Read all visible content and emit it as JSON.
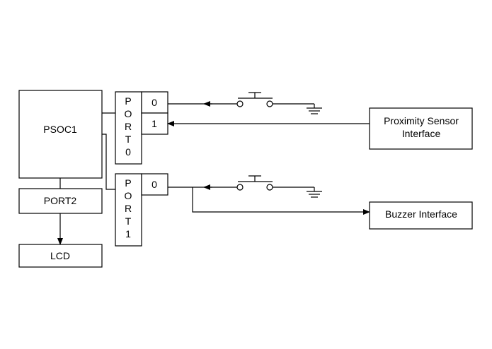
{
  "blocks": {
    "psoc": "PSOC1",
    "port2": "PORT2",
    "lcd": "LCD",
    "proximity_line1": "Proximity Sensor",
    "proximity_line2": "Interface",
    "buzzer": "Buzzer Interface"
  },
  "port0": {
    "letters": [
      "P",
      "O",
      "R",
      "T",
      "0"
    ],
    "pin0": "0",
    "pin1": "1"
  },
  "port1": {
    "letters": [
      "P",
      "O",
      "R",
      "T",
      "1"
    ],
    "pin0": "0"
  }
}
